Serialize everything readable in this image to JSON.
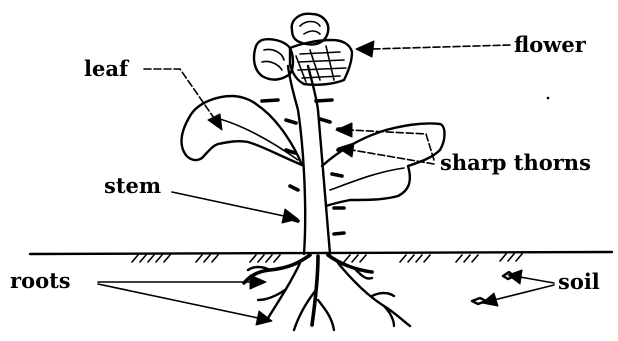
{
  "labels": {
    "leaf": "leaf",
    "flower": "flower",
    "sharp_thorns": "sharp thorns",
    "stem": "stem",
    "roots": "roots",
    "soil": "soil"
  },
  "colors": {
    "ink": "#000000",
    "background": "#ffffff"
  }
}
